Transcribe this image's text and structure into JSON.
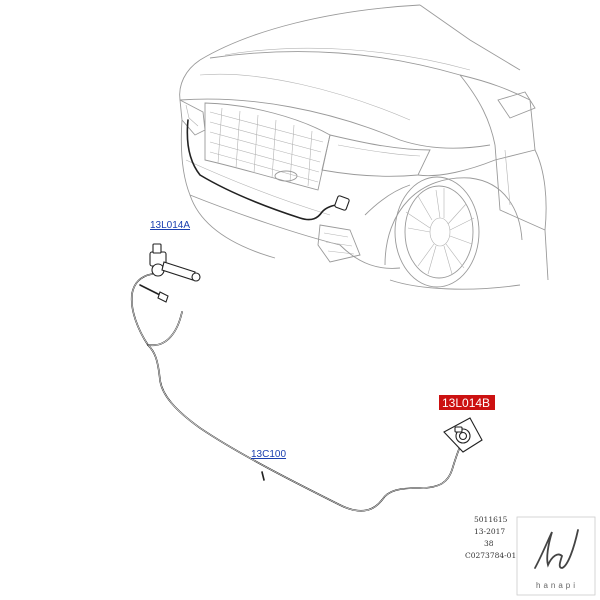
{
  "diagram": {
    "callouts": {
      "sensor_a": "13L014A",
      "sensor_b": "13L014B",
      "wiring": "13C100"
    },
    "reference": {
      "line1": "5011615",
      "line2": "13-2017",
      "line3": "38",
      "line4": "C0273784-01"
    },
    "watermark": {
      "brand": "hanapi"
    },
    "colors": {
      "link_text": "#1a3fb0",
      "highlight_bg": "#cc1111",
      "highlight_text": "#ffffff",
      "line_art": "#9a9a9a",
      "hose": "#222222"
    }
  }
}
